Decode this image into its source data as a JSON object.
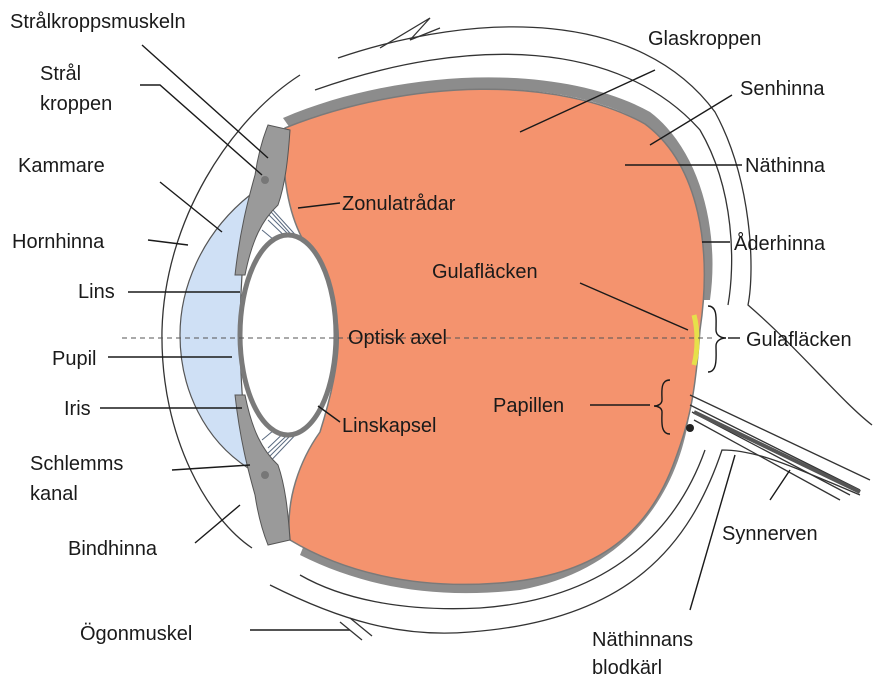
{
  "labels": {
    "stralkroppsmuskeln": "Strålkroppsmuskeln",
    "stral_kroppen_1": "Strål",
    "stral_kroppen_2": "kroppen",
    "kammare": "Kammare",
    "hornhinna": "Hornhinna",
    "lins": "Lins",
    "pupil": "Pupil",
    "iris": "Iris",
    "schlemms_kanal_1": "Schlemms",
    "schlemms_kanal_2": "kanal",
    "bindhinna": "Bindhinna",
    "ogonmuskel": "Ögonmuskel",
    "zonulatradar": "Zonulatrådar",
    "optisk_axel": "Optisk axel",
    "linskapsel": "Linskapsel",
    "glaskroppen": "Glaskroppen",
    "senhinna": "Senhinna",
    "nathinna": "Näthinna",
    "aderhinna": "Åderhinna",
    "gulaflacken_inner": "Gulafläcken",
    "gulaflacken_outer": "Gulafläcken",
    "papillen": "Papillen",
    "synnerven": "Synnerven",
    "nathinnans_blodkarl_1": "Näthinnans",
    "nathinnans_blodkarl_2": "blodkärl"
  },
  "colors": {
    "vitreous": "#f4936e",
    "cornea": "#cfe0f5",
    "choroid": "#8c8c8c",
    "ciliary": "#9a9a9a",
    "sclera_line": "#333333",
    "macula": "#e6e04a"
  }
}
